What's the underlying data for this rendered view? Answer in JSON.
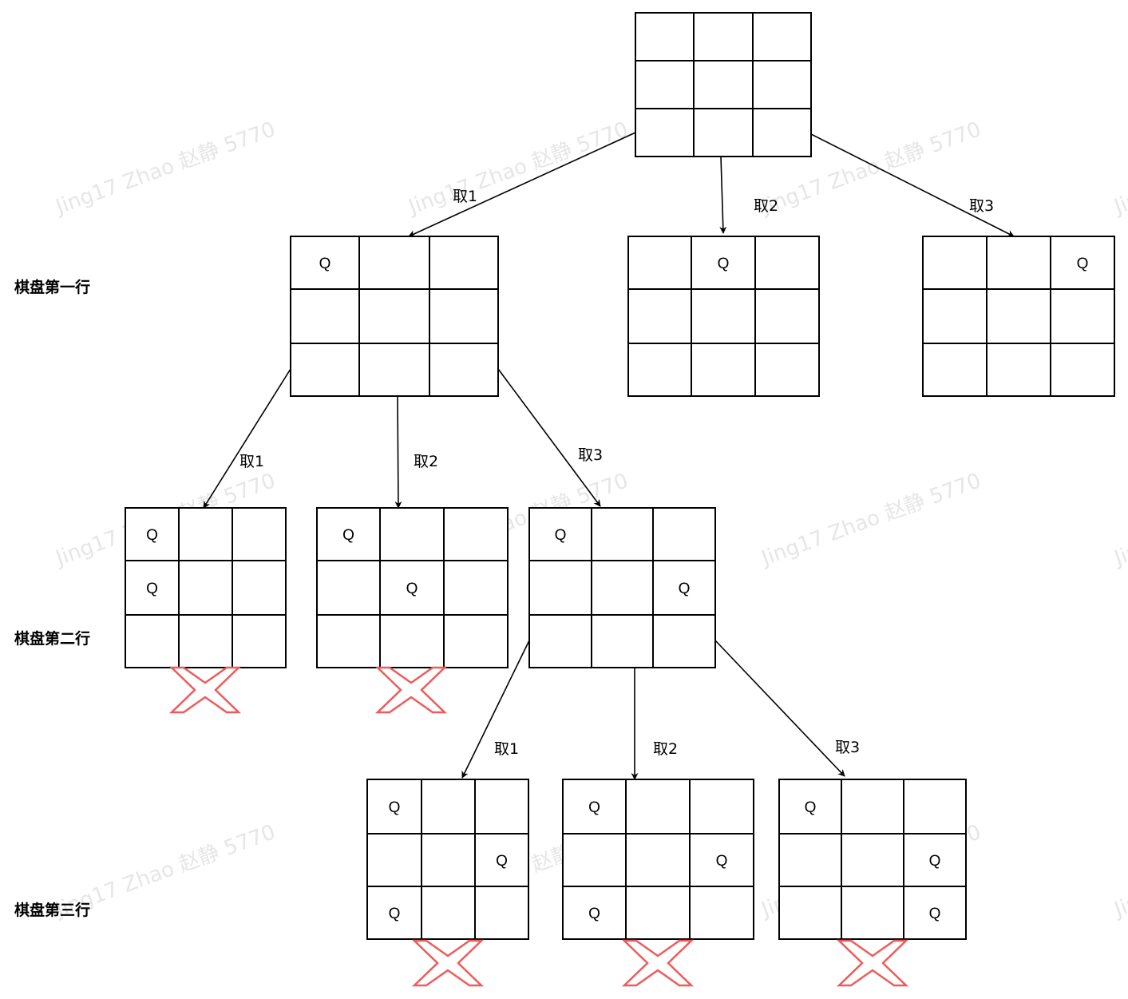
{
  "watermark": {
    "text": "Jing17 Zhao 赵静 5770"
  },
  "row_labels": [
    "棋盘第一行",
    "棋盘第二行",
    "棋盘第三行"
  ],
  "queen_symbol": "Q",
  "colors": {
    "line": "#000000",
    "cross": "#ee5b5b",
    "watermark": "#e6e6e6"
  },
  "boards": [
    {
      "id": "root",
      "queens": []
    },
    {
      "id": "r1-c1",
      "queens": [
        [
          0,
          0
        ]
      ]
    },
    {
      "id": "r1-c2",
      "queens": [
        [
          0,
          1
        ]
      ]
    },
    {
      "id": "r1-c3",
      "queens": [
        [
          0,
          2
        ]
      ]
    },
    {
      "id": "r2-c1",
      "queens": [
        [
          0,
          0
        ],
        [
          1,
          0
        ]
      ],
      "rejected": true
    },
    {
      "id": "r2-c2",
      "queens": [
        [
          0,
          0
        ],
        [
          1,
          1
        ]
      ],
      "rejected": true
    },
    {
      "id": "r2-c3",
      "queens": [
        [
          0,
          0
        ],
        [
          1,
          2
        ]
      ]
    },
    {
      "id": "r3-c1",
      "queens": [
        [
          0,
          0
        ],
        [
          1,
          2
        ],
        [
          2,
          0
        ]
      ],
      "rejected": true
    },
    {
      "id": "r3-c2",
      "queens": [
        [
          0,
          0
        ],
        [
          1,
          2
        ],
        [
          2,
          0
        ]
      ],
      "rejected": true
    },
    {
      "id": "r3-c3",
      "queens": [
        [
          0,
          0
        ],
        [
          1,
          2
        ],
        [
          2,
          2
        ]
      ],
      "rejected": true
    }
  ],
  "edges": [
    {
      "from": "root",
      "to": "r1-c1",
      "label": "取1"
    },
    {
      "from": "root",
      "to": "r1-c2",
      "label": "取2"
    },
    {
      "from": "root",
      "to": "r1-c3",
      "label": "取3"
    },
    {
      "from": "r1-c1",
      "to": "r2-c1",
      "label": "取1"
    },
    {
      "from": "r1-c1",
      "to": "r2-c2",
      "label": "取2"
    },
    {
      "from": "r1-c1",
      "to": "r2-c3",
      "label": "取3"
    },
    {
      "from": "r2-c3",
      "to": "r3-c1",
      "label": "取1"
    },
    {
      "from": "r2-c3",
      "to": "r3-c2",
      "label": "取2"
    },
    {
      "from": "r2-c3",
      "to": "r3-c3",
      "label": "取3"
    }
  ]
}
